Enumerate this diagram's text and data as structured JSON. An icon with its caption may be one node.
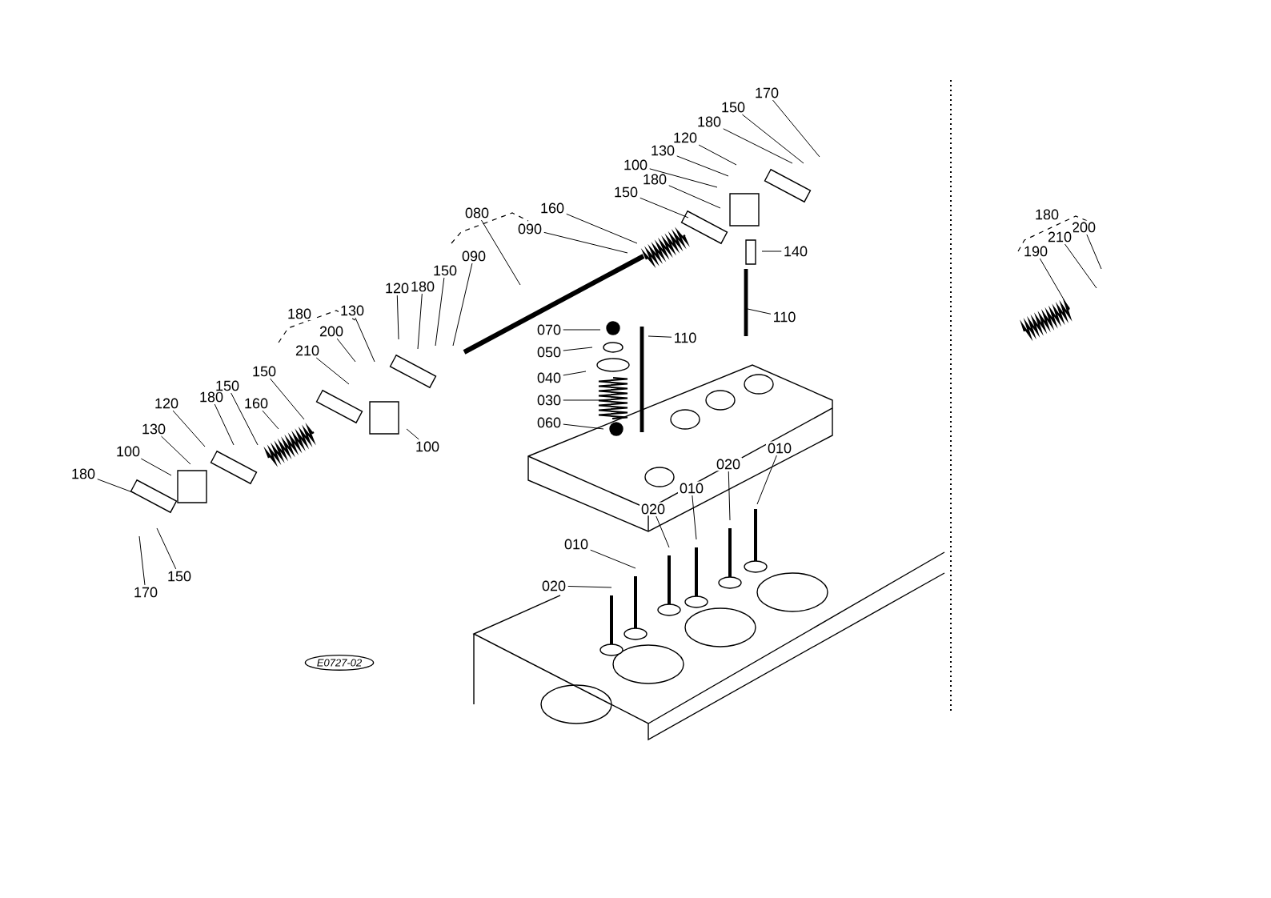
{
  "diagram": {
    "nodes": [
      {
        "text": [
          "180"
        ]
      },
      {
        "text": [
          "100"
        ]
      },
      {
        "text": [
          "130"
        ]
      },
      {
        "text": [
          "120"
        ]
      },
      {
        "text": [
          "180"
        ]
      },
      {
        "text": [
          "150"
        ]
      },
      {
        "text": [
          "160"
        ]
      },
      {
        "text": [
          "150"
        ]
      },
      {
        "text": [
          "170"
        ]
      },
      {
        "text": [
          "150"
        ]
      },
      {
        "text": [
          "180"
        ]
      },
      {
        "text": [
          "210"
        ]
      },
      {
        "text": [
          "200"
        ]
      },
      {
        "text": [
          "130"
        ]
      },
      {
        "text": [
          "100"
        ]
      },
      {
        "text": [
          "120"
        ]
      },
      {
        "text": [
          "180"
        ]
      },
      {
        "text": [
          "150"
        ]
      },
      {
        "text": [
          "090"
        ]
      },
      {
        "text": [
          "080"
        ]
      },
      {
        "text": [
          "090"
        ]
      },
      {
        "text": [
          "160"
        ]
      },
      {
        "text": [
          "150"
        ]
      },
      {
        "text": [
          "180"
        ]
      },
      {
        "text": [
          "100"
        ]
      },
      {
        "text": [
          "130"
        ]
      },
      {
        "text": [
          "120"
        ]
      },
      {
        "text": [
          "180"
        ]
      },
      {
        "text": [
          "150"
        ]
      },
      {
        "text": [
          "170"
        ]
      },
      {
        "text": [
          "140"
        ]
      },
      {
        "text": [
          "110"
        ]
      },
      {
        "text": [
          "070"
        ]
      },
      {
        "text": [
          "050"
        ]
      },
      {
        "text": [
          "040"
        ]
      },
      {
        "text": [
          "030"
        ]
      },
      {
        "text": [
          "060"
        ]
      },
      {
        "text": [
          "110"
        ]
      },
      {
        "text": [
          "010"
        ]
      },
      {
        "text": [
          "020"
        ]
      },
      {
        "text": [
          "010"
        ]
      },
      {
        "text": [
          "020"
        ]
      },
      {
        "text": [
          "010"
        ]
      },
      {
        "text": [
          "020"
        ]
      },
      {
        "text": [
          "180"
        ]
      },
      {
        "text": [
          "200"
        ]
      },
      {
        "text": [
          "210"
        ]
      },
      {
        "text": [
          "190"
        ]
      },
      {
        "text": [
          "E0727-02"
        ]
      }
    ],
    "edges": [
      {
        "from": 0,
        "to": null,
        "arrow": "none"
      },
      {
        "from": 1,
        "to": null,
        "arrow": "none"
      },
      {
        "from": 2,
        "to": null,
        "arrow": "none"
      },
      {
        "from": 3,
        "to": null,
        "arrow": "none"
      },
      {
        "from": 4,
        "to": null,
        "arrow": "none"
      },
      {
        "from": 5,
        "to": null,
        "arrow": "none"
      },
      {
        "from": 6,
        "to": null,
        "arrow": "none"
      },
      {
        "from": 7,
        "to": null,
        "arrow": "none"
      },
      {
        "from": 8,
        "to": null,
        "arrow": "none"
      },
      {
        "from": 9,
        "to": null,
        "arrow": "none"
      },
      {
        "from": 11,
        "to": null,
        "arrow": "none"
      },
      {
        "from": 12,
        "to": null,
        "arrow": "none"
      },
      {
        "from": 13,
        "to": null,
        "arrow": "none"
      },
      {
        "from": 14,
        "to": null,
        "arrow": "none"
      },
      {
        "from": 15,
        "to": null,
        "arrow": "none"
      },
      {
        "from": 16,
        "to": null,
        "arrow": "none"
      },
      {
        "from": 17,
        "to": null,
        "arrow": "none"
      },
      {
        "from": 18,
        "to": null,
        "arrow": "none"
      },
      {
        "from": 19,
        "to": null,
        "arrow": "none"
      },
      {
        "from": 20,
        "to": null,
        "arrow": "none"
      },
      {
        "from": 21,
        "to": null,
        "arrow": "none"
      },
      {
        "from": 22,
        "to": null,
        "arrow": "none"
      },
      {
        "from": 23,
        "to": null,
        "arrow": "none"
      },
      {
        "from": 24,
        "to": null,
        "arrow": "none"
      },
      {
        "from": 25,
        "to": null,
        "arrow": "none"
      },
      {
        "from": 26,
        "to": null,
        "arrow": "none"
      },
      {
        "from": 27,
        "to": null,
        "arrow": "none"
      },
      {
        "from": 28,
        "to": null,
        "arrow": "none"
      },
      {
        "from": 29,
        "to": null,
        "arrow": "none"
      },
      {
        "from": 30,
        "to": null,
        "arrow": "none"
      },
      {
        "from": 31,
        "to": null,
        "arrow": "none"
      },
      {
        "from": 32,
        "to": null,
        "arrow": "none"
      },
      {
        "from": 33,
        "to": null,
        "arrow": "none"
      },
      {
        "from": 34,
        "to": null,
        "arrow": "none"
      },
      {
        "from": 35,
        "to": null,
        "arrow": "none"
      },
      {
        "from": 36,
        "to": null,
        "arrow": "none"
      },
      {
        "from": 37,
        "to": null,
        "arrow": "none"
      },
      {
        "from": 38,
        "to": null,
        "arrow": "none"
      },
      {
        "from": 39,
        "to": null,
        "arrow": "none"
      },
      {
        "from": 40,
        "to": null,
        "arrow": "none"
      },
      {
        "from": 41,
        "to": null,
        "arrow": "none"
      },
      {
        "from": 42,
        "to": null,
        "arrow": "none"
      },
      {
        "from": 43,
        "to": null,
        "arrow": "none"
      },
      {
        "from": 45,
        "to": null,
        "arrow": "none"
      },
      {
        "from": 46,
        "to": null,
        "arrow": "none"
      },
      {
        "from": 47,
        "to": null,
        "arrow": "none"
      }
    ]
  }
}
